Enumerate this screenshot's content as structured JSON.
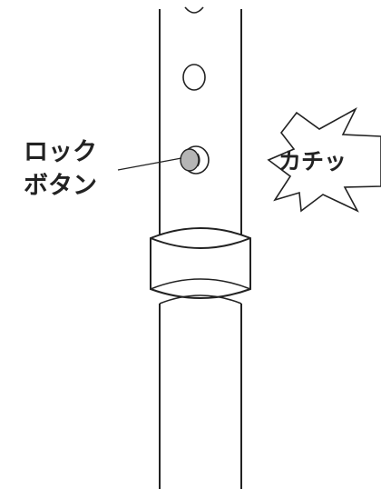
{
  "labels": {
    "lock_button_line1": "ロック",
    "lock_button_line2": "ボタン",
    "click_sound": "カチッ"
  },
  "colors": {
    "line": "#222222",
    "button_fill": "#b5b5b5",
    "background": "#ffffff"
  }
}
